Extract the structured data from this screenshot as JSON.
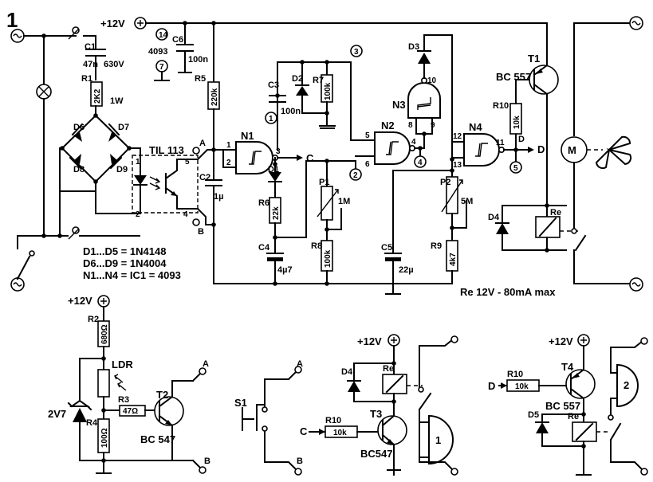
{
  "figure": {
    "number": "1"
  },
  "supply": {
    "plus12": "+12V",
    "ic_pin14": "14",
    "ic_pin7": "7",
    "ic_name": "4093"
  },
  "main": {
    "C1": {
      "ref": "C1",
      "value": "47n",
      "rating": "630V"
    },
    "R1": {
      "ref": "R1",
      "value": "2K2",
      "rating": "1W"
    },
    "C6": {
      "ref": "C6",
      "value": "100n"
    },
    "R5": {
      "ref": "R5",
      "value": "220k"
    },
    "C2": {
      "ref": "C2",
      "value": "1µ"
    },
    "C3": {
      "ref": "C3",
      "value": "100n"
    },
    "D2": {
      "ref": "D2"
    },
    "R7": {
      "ref": "R7",
      "value": "100k"
    },
    "D1": {
      "ref": "D1"
    },
    "R6": {
      "ref": "R6",
      "value": "22k"
    },
    "C4": {
      "ref": "C4",
      "value": "4µ7"
    },
    "P1": {
      "ref": "P1",
      "value": "1M"
    },
    "R8": {
      "ref": "R8",
      "value": "100k"
    },
    "D3": {
      "ref": "D3"
    },
    "N1": "N1",
    "N2": "N2",
    "N3": "N3",
    "N4": "N4",
    "P2": {
      "ref": "P2",
      "value": "5M"
    },
    "C5": {
      "ref": "C5",
      "value": "22µ"
    },
    "R9": {
      "ref": "R9",
      "value": "4k7"
    },
    "R10": {
      "ref": "R10",
      "value": "10k"
    },
    "T1": {
      "ref": "T1",
      "type": "BC 557"
    },
    "D4": {
      "ref": "D4"
    },
    "Re": {
      "ref": "Re"
    },
    "D6": "D6",
    "D7": "D7",
    "D8": "D8",
    "D9": "D9",
    "opto": "TIL 113",
    "relay_note": "Re   12V - 80mA  max",
    "pins": {
      "n1_1": "1",
      "n1_2": "2",
      "n1_3": "3",
      "n2_5": "5",
      "n2_6": "6",
      "n2_4": "4",
      "n3_8": "8",
      "n3_9": "9",
      "n3_10": "10",
      "n4_12": "12",
      "n4_13": "13",
      "n4_11": "11",
      "opto_1": "1",
      "opto_2": "2",
      "opto_4": "4",
      "opto_5": "5"
    },
    "nodes": {
      "A": "A",
      "B": "B",
      "C": "C",
      "D": "D",
      "D_out": "D"
    },
    "testpoints": {
      "tp1": "1",
      "tp2": "2",
      "tp3": "3",
      "tp4": "4",
      "tp5": "5"
    }
  },
  "notes": {
    "line1": "D1...D5 = 1N4148",
    "line2": "D6...D9 = 1N4004",
    "line3": "N1...N4 = IC1 = 4093"
  },
  "sub_ldr": {
    "plus12": "+12V",
    "R2": {
      "ref": "R2",
      "value": "680Ω"
    },
    "LDR": "LDR",
    "R3": {
      "ref": "R3",
      "value": "47Ω"
    },
    "Z": "2V7",
    "R4": {
      "ref": "R4",
      "value": "100Ω"
    },
    "T2": {
      "ref": "T2",
      "type": "BC 547"
    },
    "A": "A",
    "B": "B"
  },
  "sub_switch": {
    "S1": "S1",
    "A": "A",
    "B": "B"
  },
  "sub_relay1": {
    "plus12": "+12V",
    "D4": "D4",
    "Re": "Re",
    "C": "C",
    "R10": {
      "ref": "R10",
      "value": "10k"
    },
    "T3": {
      "ref": "T3",
      "type": "BC547"
    },
    "label": "1"
  },
  "sub_relay2": {
    "plus12": "+12V",
    "D": "D",
    "R10": {
      "ref": "R10",
      "value": "10k"
    },
    "T4": {
      "ref": "T4",
      "type": "BC 557"
    },
    "D5": "D5",
    "Re": "Re",
    "label": "2"
  }
}
